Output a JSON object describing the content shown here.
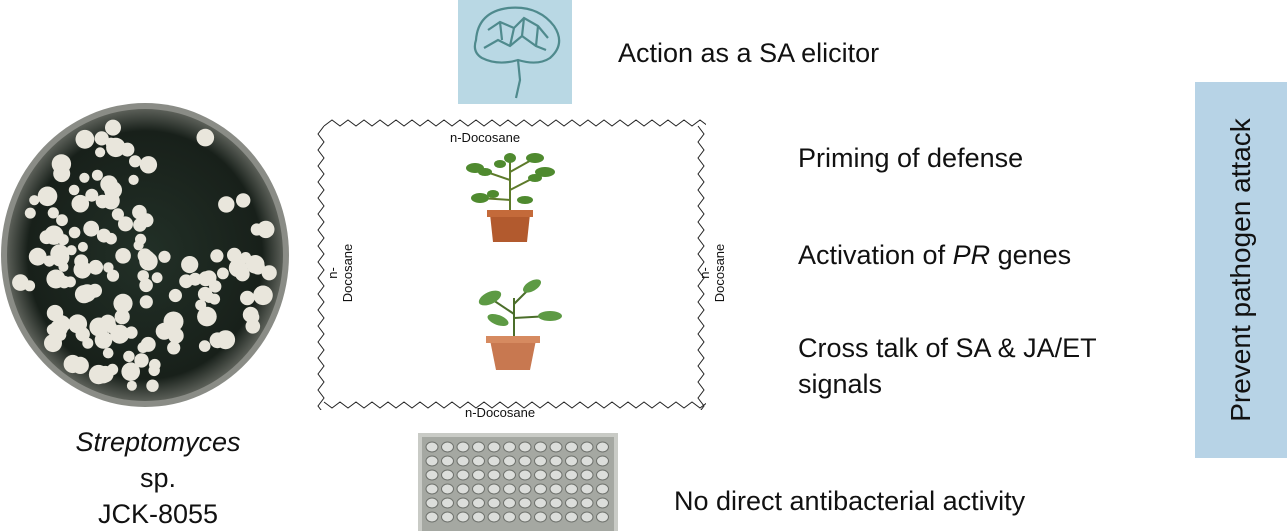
{
  "organism": {
    "genus": "Streptomyces",
    "species_suffix": "sp.",
    "strain": "JCK-8055"
  },
  "compound": {
    "top": "n-Docosane",
    "bottom": "n-Docosane",
    "left": "n-Docosane",
    "right": "n-Docosane"
  },
  "effects": {
    "sa_elicitor": "Action as a SA elicitor",
    "priming": "Priming of defense",
    "pr_prefix": "Activation of ",
    "pr_gene": "PR",
    "pr_suffix": " genes",
    "crosstalk_line1": "Cross talk of SA & JA/ET",
    "crosstalk_line2": "signals",
    "no_antibacterial": "No direct antibacterial activity"
  },
  "outcome": "Prevent pathogen attack",
  "colors": {
    "panel": "#b7d3e6",
    "dish_dark": "#1c241e",
    "colony": "#e9e6dc",
    "pot": "#b25a2e",
    "leaf": "#4f8a2f"
  }
}
